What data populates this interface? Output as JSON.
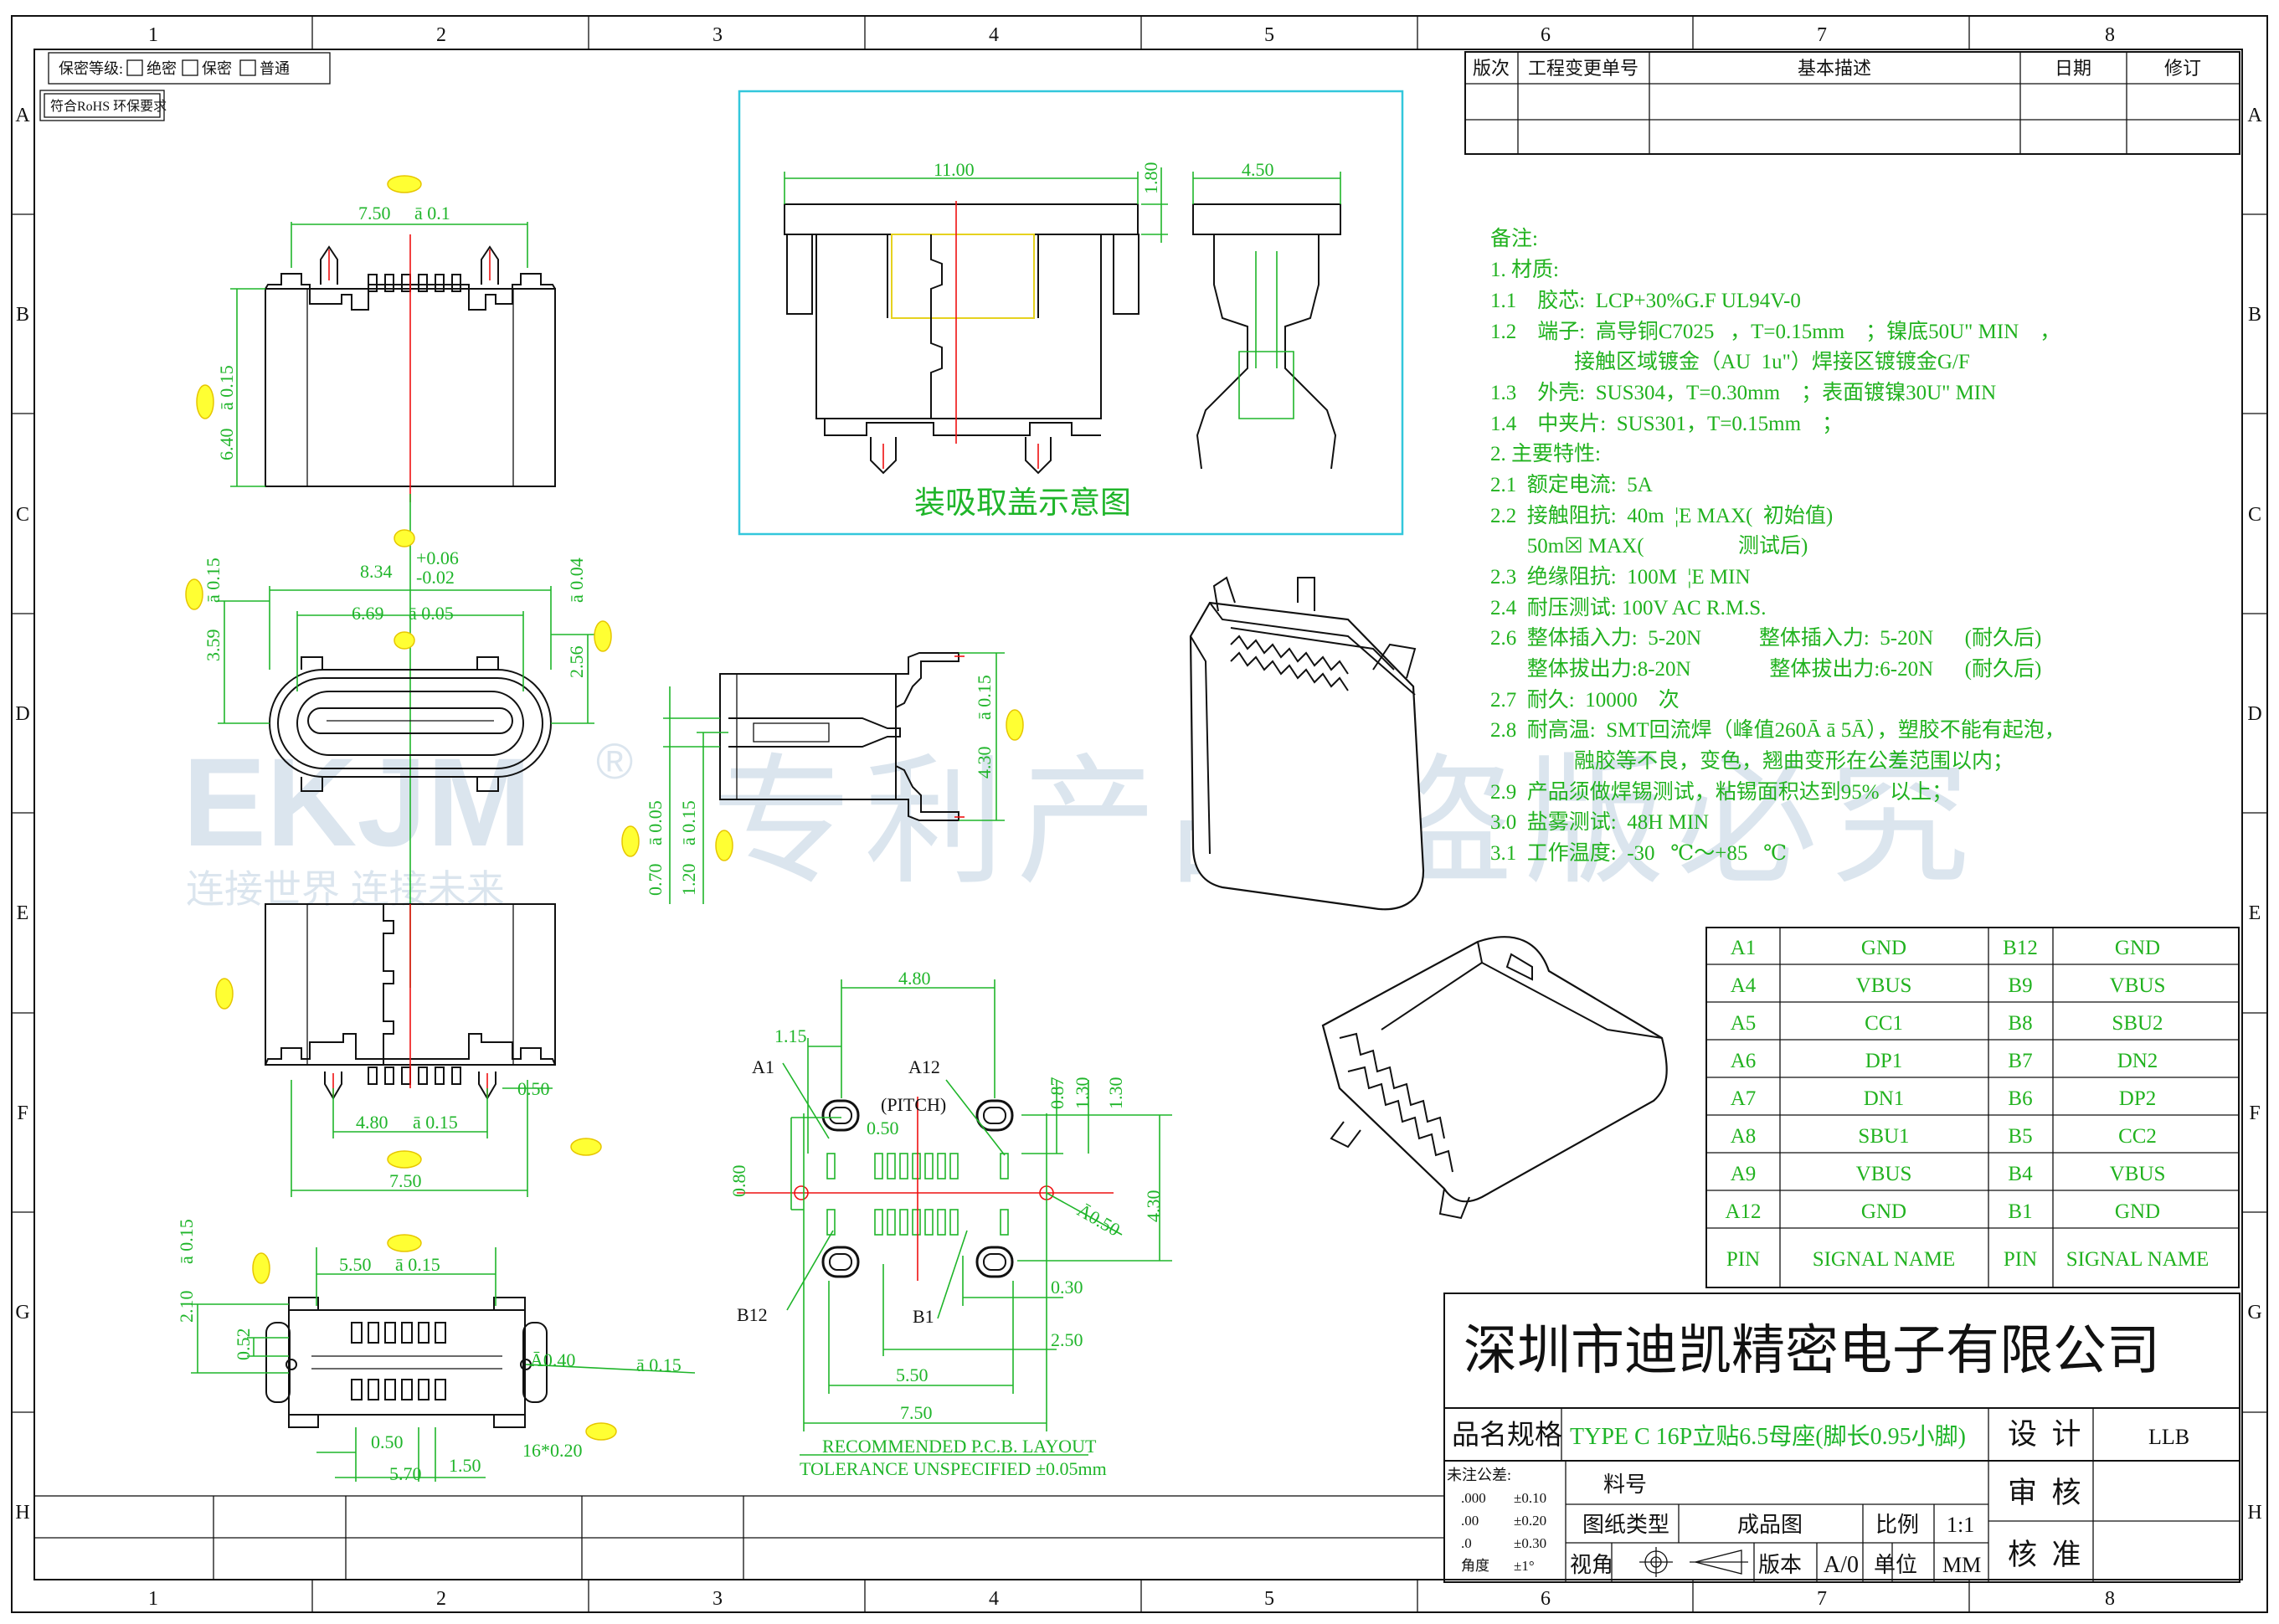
{
  "grid": {
    "cols": [
      "1",
      "2",
      "3",
      "4",
      "5",
      "6",
      "7",
      "8"
    ],
    "rows": [
      "A",
      "B",
      "C",
      "D",
      "E",
      "F",
      "G",
      "H"
    ]
  },
  "security": {
    "label": "保密等级:",
    "options": [
      "绝密",
      "保密",
      "普通"
    ],
    "rohs": "符合RoHS 环保要求"
  },
  "revision": {
    "headers": [
      "版次",
      "工程变更单号",
      "基本描述",
      "日期",
      "修订"
    ]
  },
  "top_view": {
    "d_width": "7.50",
    "d_width_tol": "ā 0.1",
    "d_height": "6.40",
    "d_height_tol": "ā 0.15"
  },
  "front_view": {
    "d_outer": "8.34",
    "d_outer_tol_up": "+0.06",
    "d_outer_tol_dn": "-0.02",
    "d_inner": "6.69",
    "d_inner_tol": "ā 0.05",
    "d_left_h": "3.59",
    "d_left_tol": "ā 0.15",
    "d_right_h": "2.56",
    "d_right_tol": "ā 0.04"
  },
  "side_view": {
    "d_a": "0.70",
    "d_a_tol": "ā 0.05",
    "d_b": "1.20",
    "d_b_tol": "ā 0.15",
    "d_c": "4.30",
    "d_c_tol": "ā 0.15"
  },
  "bottom_view": {
    "d_pins": "4.80",
    "d_pins_tol": "ā 0.15",
    "d_total": "7.50",
    "d_small": "0.50"
  },
  "end_view": {
    "d_width": "5.50",
    "d_width_tol": "ā 0.15",
    "d_h": "2.10",
    "d_h_tol": "ā 0.15",
    "d_small": "0.52",
    "d_hole": "Ā0.40",
    "d_hole_tol": "ā 0.15",
    "d_a": "0.50",
    "d_b": "1.50",
    "d_c": "5.70",
    "d_d": "16*0.20"
  },
  "cap_view": {
    "caption": "装吸取盖示意图",
    "d_width": "11.00",
    "d_side": "4.50",
    "d_thick": "1.80"
  },
  "pcb": {
    "d_span": "4.80",
    "d_a": "1.15",
    "d_pitch": "0.50",
    "pitch_label": "(PITCH)",
    "d_b": "0.87",
    "d_c": "1.30",
    "d_d": "1.30",
    "d_e": "4.30",
    "d_f": "0.80",
    "d_hole": "Ā0.50",
    "d_g": "0.30",
    "d_h": "2.50",
    "d_i": "5.50",
    "d_j": "7.50",
    "lbl_a1": "A1",
    "lbl_a12": "A12",
    "lbl_b12": "B12",
    "lbl_b1": "B1",
    "rec1": "RECOMMENDED P.C.B. LAYOUT",
    "rec2": "TOLERANCE UNSPECIFIED ±0.05mm"
  },
  "notes": [
    "备注:",
    "1. 材质:",
    "1.1    胶芯:  LCP+30%G.F UL94V-0",
    "1.2    端子:  高导铜C7025   ，T=0.15mm    ；镍底50U\" MIN    ，",
    "                接触区域镀金（AU  1u\"）焊接区镀镀金G/F",
    "1.3    外壳:  SUS304，T=0.30mm    ；表面镀镍30U\" MIN",
    "1.4    中夹片:  SUS301，T=0.15mm    ；",
    "2. 主要特性:",
    "2.1  额定电流:  5A",
    "2.2  接触阻抗:  40m  ¦Ε MAX(  初始值)",
    "       50m☒ MAX(                  测试后)",
    "2.3  绝缘阻抗:  100M  ¦Ε MIN",
    "2.4  耐压测试: 100V AC R.M.S.",
    "2.6  整体插入力:  5-20N           整体插入力:  5-20N      (耐久后)",
    "       整体拔出力:8-20N               整体拔出力:6-20N      (耐久后)",
    "2.7  耐久:  10000    次",
    "2.8  耐高温:  SMT回流焊（峰值260Ā ā 5Ā），塑胶不能有起泡，",
    "                融胶等不良，变色，翘曲变形在公差范围以内；",
    "2.9  产品须做焊锡测试，粘锡面积达到95%  以上；",
    "3.0  盐雾测试:  48H MIN",
    "3.1  工作温度:  -30   ℃～+85   ℃"
  ],
  "pin_table": {
    "rows": [
      [
        "A1",
        "GND",
        "B12",
        "GND"
      ],
      [
        "A4",
        "VBUS",
        "B9",
        "VBUS"
      ],
      [
        "A5",
        "CC1",
        "B8",
        "SBU2"
      ],
      [
        "A6",
        "DP1",
        "B7",
        "DN2"
      ],
      [
        "A7",
        "DN1",
        "B6",
        "DP2"
      ],
      [
        "A8",
        "SBU1",
        "B5",
        "CC2"
      ],
      [
        "A9",
        "VBUS",
        "B4",
        "VBUS"
      ],
      [
        "A12",
        "GND",
        "B1",
        "GND"
      ]
    ],
    "header": [
      "PIN",
      "SIGNAL NAME",
      "PIN",
      "SIGNAL NAME"
    ]
  },
  "title_block": {
    "company": "深圳市迪凯精密电子有限公司",
    "product_label": "品名规格",
    "product": "TYPE C 16P立贴6.5母座(脚长0.95小脚)",
    "design_label": "设  计",
    "designer": "LLB",
    "review_label": "审  核",
    "approve_label": "核  准",
    "tol_title": "未注公差:",
    "tol_rows": [
      [
        ".000",
        "±0.10"
      ],
      [
        ".00",
        "±0.20"
      ],
      [
        ".0",
        "±0.30"
      ],
      [
        "角度",
        "±1°"
      ]
    ],
    "part_label": "料号",
    "type_label": "图纸类型",
    "type_value": "成品图",
    "scale_label": "比例",
    "scale_value": "1:1",
    "view_label": "视角",
    "version_label": "版本",
    "version_value": "A/0",
    "unit_label": "单位",
    "unit_value": "MM"
  },
  "watermark": {
    "logo": "EKJM",
    "reg": "®",
    "tagline": "连接世界 连接未来",
    "text": "专利产品 盗版必究"
  }
}
